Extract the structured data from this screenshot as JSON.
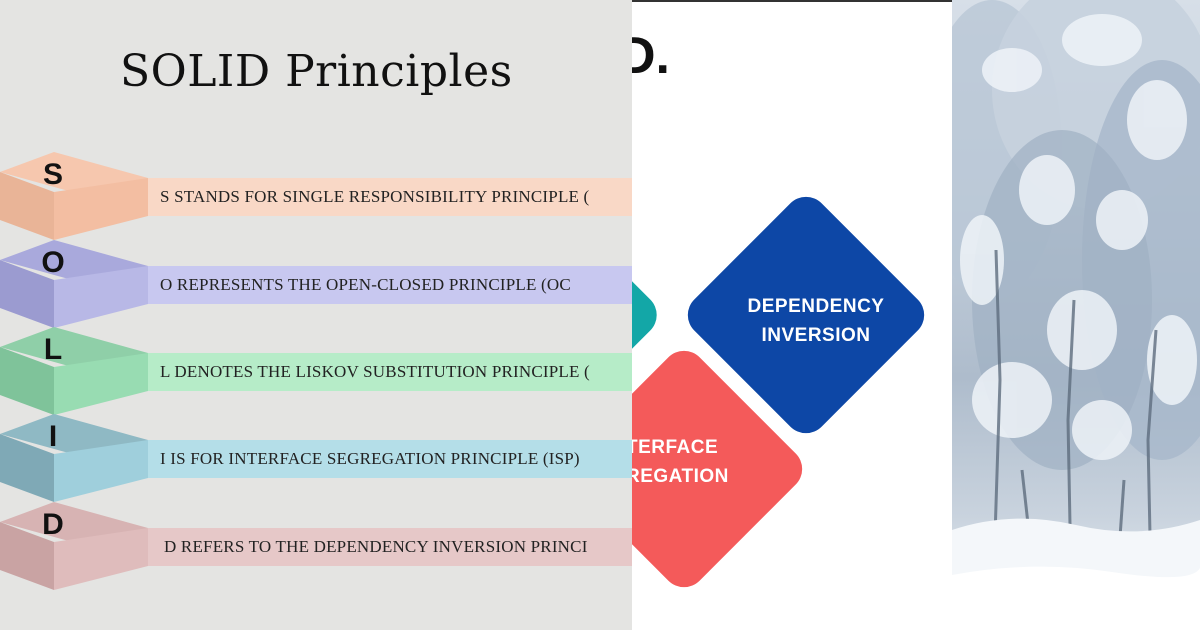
{
  "left_panel": {
    "title": "SOLID Principles",
    "rows": [
      {
        "letter": "S",
        "text": "S STANDS FOR SINGLE RESPONSIBILITY PRINCIPLE (",
        "colors": {
          "top": "#f6c7ae",
          "left": "#e9b497",
          "right": "#f3bea2",
          "band": "#f9d8c6"
        }
      },
      {
        "letter": "O",
        "text": "O REPRESENTS THE OPEN-CLOSED PRINCIPLE (OC",
        "colors": {
          "top": "#a9a9dc",
          "left": "#9b9bd0",
          "right": "#b8b8e6",
          "band": "#c8c8f0"
        }
      },
      {
        "letter": "L",
        "text": "L DENOTES THE LISKOV SUBSTITUTION PRINCIPLE (",
        "colors": {
          "top": "#8fcfa8",
          "left": "#7fc39a",
          "right": "#98dcb2",
          "band": "#b6ecc8"
        }
      },
      {
        "letter": "I",
        "text": "I IS FOR INTERFACE SEGREGATION PRINCIPLE (ISP)",
        "colors": {
          "top": "#8fb9c4",
          "left": "#7fa9b6",
          "right": "#9fcfdc",
          "band": "#b4dee8"
        }
      },
      {
        "letter": "D",
        "text": "D REFERS TO THE DEPENDENCY INVERSION PRINCI",
        "colors": {
          "top": "#d7b3b3",
          "left": "#c9a3a3",
          "right": "#dfbcbc",
          "band": "#e6c8c8"
        }
      }
    ]
  },
  "middle_panel": {
    "partial_heading": "D.",
    "blue_tile": {
      "line1": "DEPENDENCY",
      "line2": "INVERSION",
      "color": "#0d47a6"
    },
    "red_tile": {
      "line1": "TERFACE",
      "line2": "REGATION",
      "color": "#f45a5a"
    },
    "teal_tile_color": "#13a7a7"
  },
  "right_panel": {
    "scene": "snow-covered-forest"
  }
}
